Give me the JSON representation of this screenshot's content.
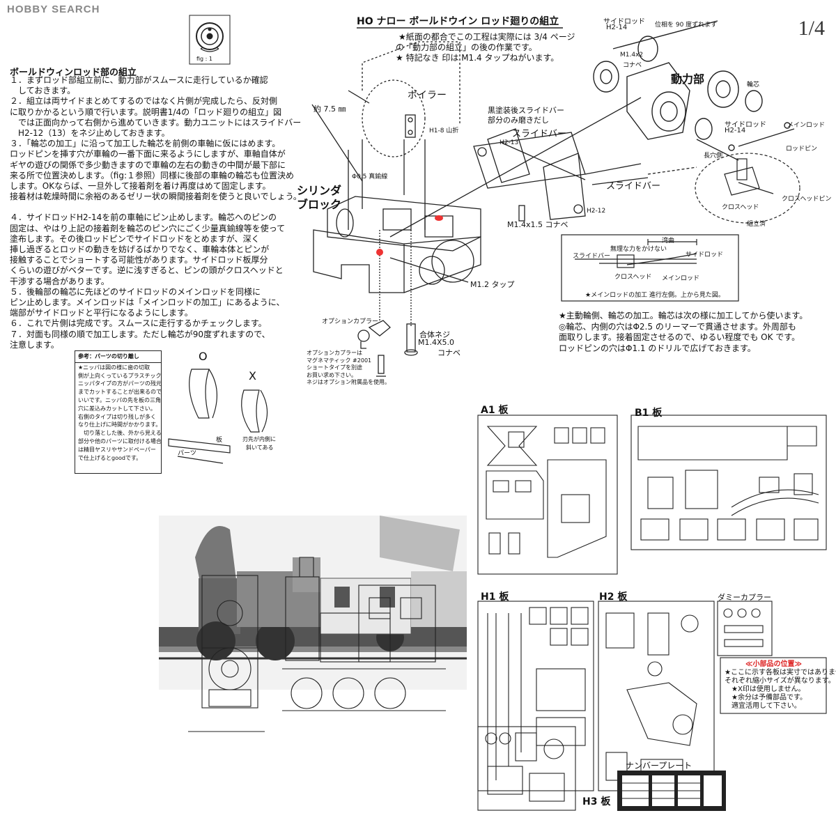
{
  "header": {
    "logo": "HOBBY SEARCH",
    "page_number": "1/4",
    "title": "HO ナロー ボールドウイン ロッド廻りの組立",
    "notes": [
      "★紙面の都合でこの工程は実際には 3/4 ページ",
      "の「動力部の組立」の後の作業です。",
      "★ 特記なき 印は M1.4 タップねがいます。"
    ]
  },
  "fig_label": "fig : 1",
  "instructions": {
    "heading": "ボールドウィンロッド部の組立",
    "lines": [
      "１．まずロッド部組立前に、動力部がスムースに走行しているか確認",
      "　しておきます。",
      "２．組立は両サイドまとめてするのではなく片側が完成したら、反対側",
      "に取りかかるという順で行います。説明書1/4の「ロッド廻りの組立」図",
      "　では正面向かって右側から進めていきます。動力ユニットにはスライドバー",
      "　H2-12（13）をネジ止めしておきます。",
      "３．「輪芯の加工」に沿って加工した輪芯を前側の車軸に仮にはめます。",
      "ロッドピンを挿す穴が車輪の一番下面に来るようにしますが、車軸自体が",
      "ギヤの遊びの関係で多少動きますので車輪の左右の動きの中間が最下部に",
      "来る所で位置決めします。（fig:１参照）同様に後部の車輪の輪芯も位置決め",
      "します。OKならば、一旦外して接着剤を着け再度はめて固定します。",
      "接着材は乾燥時間に余裕のあるゼリー状の瞬間接着剤を使うと良いでしょう。",
      "",
      "４．サイドロッドH2-14を前の車軸にピン止めします。輪芯へのピンの",
      "固定は、やはり上記の接着剤を輪芯のピン穴にごく少量真鍮線等を使って",
      "塗布します。その後ロッドピンでサイドロッドをとめますが、深く",
      "挿し過ぎるとロッドの動きを妨げるばかりでなく、車輪本体とピンが",
      "接触することでショートする可能性があります。サイドロッド板厚分",
      "くらいの遊びがベターです。逆に浅すぎると、ピンの頭がクロスヘッドと",
      "干渉する場合があります。",
      "５．後輪部の輪芯に先ほどのサイドロッドのメインロッドを同様に",
      "ピン止めします。メインロッドは「メインロッドの加工」にあるように、",
      "端部がサイドロッドと平行になるようにします。",
      "６．これで片側は完成です。スムースに走行するかチェックします。",
      "７．対面も同様の順で加工します。ただし輪芯が90度ずれますので、",
      "注意します。"
    ]
  },
  "diagram_labels": {
    "boiler": "ボイラー",
    "size": "約 7.5 ㎜",
    "h1_8": "H1-8 山折",
    "brass": "Φ0.5 真鍮線",
    "cylinder_1": "シリンダ",
    "cylinder_2": "ブロック",
    "m12": "M1.2 タップ",
    "option_coupler": "オプションカプラー",
    "screw_1": "合体ネジ",
    "screw_2": "M1.4X5.0",
    "screw_3": "コナベ",
    "coupler_note": [
      "オプションカプラーは",
      "マグネマティック #2001",
      "ショートタイプを別途",
      "お買い求め下さい。",
      "ネジはオプション附属品を使用。"
    ],
    "slide_note_1": "黒塗装後スライドバー",
    "slide_note_2": "部分のみ磨きだし",
    "slidebar": "スライドバー",
    "slidebar2": "スライドバー",
    "h2_13": "H2-13",
    "h2_12": "H2-12",
    "m14x15": "M1.4x1.5 コナベ",
    "side_rod_top": "サイドロッド",
    "h2_14_top": "H2-14",
    "phase": "位相を 90 度ずれます",
    "m14x2": "M1.4x2",
    "konabe": "コナベ",
    "power": "動力部",
    "axle": "輪芯",
    "side_rod": "サイドロッド",
    "h2_14": "H2-14",
    "main_rod": "メインロッド",
    "rod_pin": "ロッドピン",
    "long_hole": "長穴側",
    "crosshead_pin": "クロスヘッドピン",
    "crosshead": "クロスヘッド",
    "assembled": "組立済"
  },
  "mainrod_box": {
    "curve": "湾曲",
    "no_force": "無理な力をかけない",
    "side_rod": "サイドロッド",
    "slide_bar": "スライドバー",
    "crosshead": "クロスヘッド",
    "main_rod": "メインロッド",
    "caption": "★メインロッドの加工 進行左側。上から見た図。"
  },
  "axle_processing": {
    "heading": "★主動輪側、輪芯の加工。",
    "lines": [
      "★主動輪側、輪芯の加工。輪芯は次の様に加工してから使います。",
      "◎輪芯、内側の穴はΦ2.5 のリーマーで貫通させます。外周部も",
      "面取りします。接着固定させるので、ゆるい程度でも OK です。",
      "ロッドピンの穴はΦ1.1 のドリルで広げておきます。"
    ]
  },
  "reference_box": {
    "title": "参考：パーツの切り離し",
    "lines": [
      "★ニッパは図の様に歯の切取",
      "側が上向くっているプラスチック",
      "ニッパタイプの方がパーツの残元",
      "までカットすることが出来るので",
      "いいです。ニッパの先を板の三角",
      "穴に差込みカットして下さい。",
      "右側のタイプは切り残しが多く",
      "なり仕上げに時間がかかります。",
      "　切り落とした後、外から見える",
      "部分や他のパーツに取付ける場合",
      "は精目ヤスリやサンドペーパー",
      "で仕上げるとgoodです。"
    ],
    "good_mark": "O",
    "bad_mark": "X",
    "parts": "パーツ",
    "plate": "板",
    "blade_note_1": "刃先が内側に",
    "blade_note_2": "斜いてある"
  },
  "plates": {
    "a1": "A1 板",
    "b1": "B1 板",
    "h1": "H1 板",
    "h2": "H2 板",
    "h3": "H3 板",
    "dummy": "ダミーカプラー",
    "number_plate": "ナンバープレート"
  },
  "small_parts": {
    "title": "≪小部品の位置≫",
    "lines": [
      "★ここに示す各板は実寸ではありません",
      "それぞれ縮小サイズが異なります。",
      "　★X印は使用しません。",
      "　★余分は予備部品です。",
      "　適宜活用して下さい。"
    ]
  }
}
